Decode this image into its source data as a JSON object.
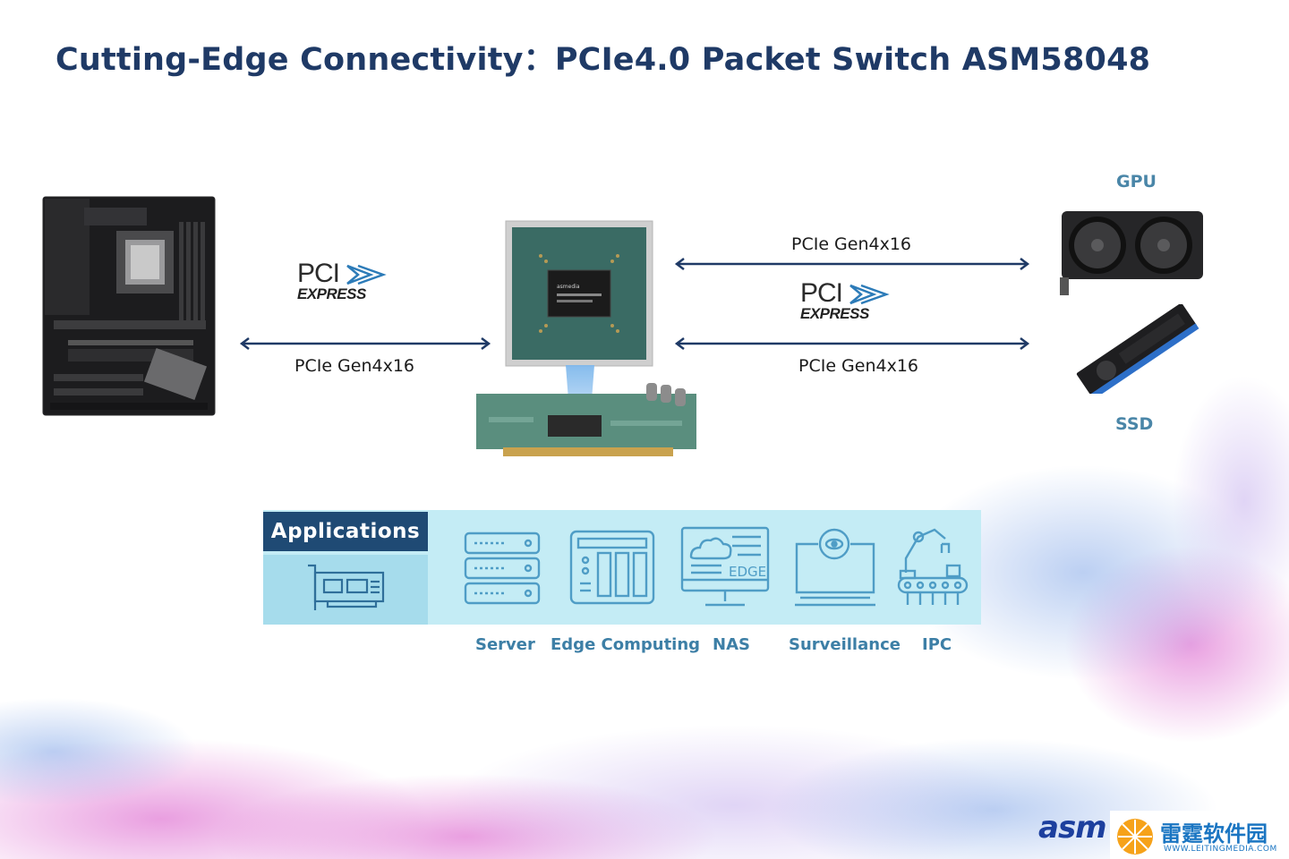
{
  "title": "Cutting-Edge Connectivity：PCIe4.0 Packet Switch ASM58048",
  "links": {
    "left": "PCIe Gen4x16",
    "right_top": "PCIe Gen4x16",
    "right_bottom": "PCIe Gen4x16"
  },
  "pci_logo": {
    "top": "PCI",
    "bottom": "EXPRESS"
  },
  "devices": {
    "gpu": "GPU",
    "ssd": "SSD"
  },
  "chip_marking": "asmedia",
  "applications": {
    "header": "Applications",
    "items": [
      {
        "label": "Server",
        "icon": "server-icon"
      },
      {
        "label": "Edge Computing",
        "icon": "edge-computing-icon"
      },
      {
        "label": "NAS",
        "icon": "nas-icon"
      },
      {
        "label": "Surveillance",
        "icon": "surveillance-icon"
      },
      {
        "label": "IPC",
        "icon": "robot-arm-icon"
      }
    ],
    "edge_text": "EDGE"
  },
  "brand": "asm",
  "watermark": {
    "cn": "雷霆软件园",
    "url": "WWW.LEITINGMEDIA.COM"
  },
  "colors": {
    "title": "#1f3a66",
    "arrow": "#1f3a66",
    "app_panel": "#c4ecf5",
    "app_header": "#1f4a74",
    "app_label": "#3d7fa6",
    "icon": "#4f9dc6"
  }
}
